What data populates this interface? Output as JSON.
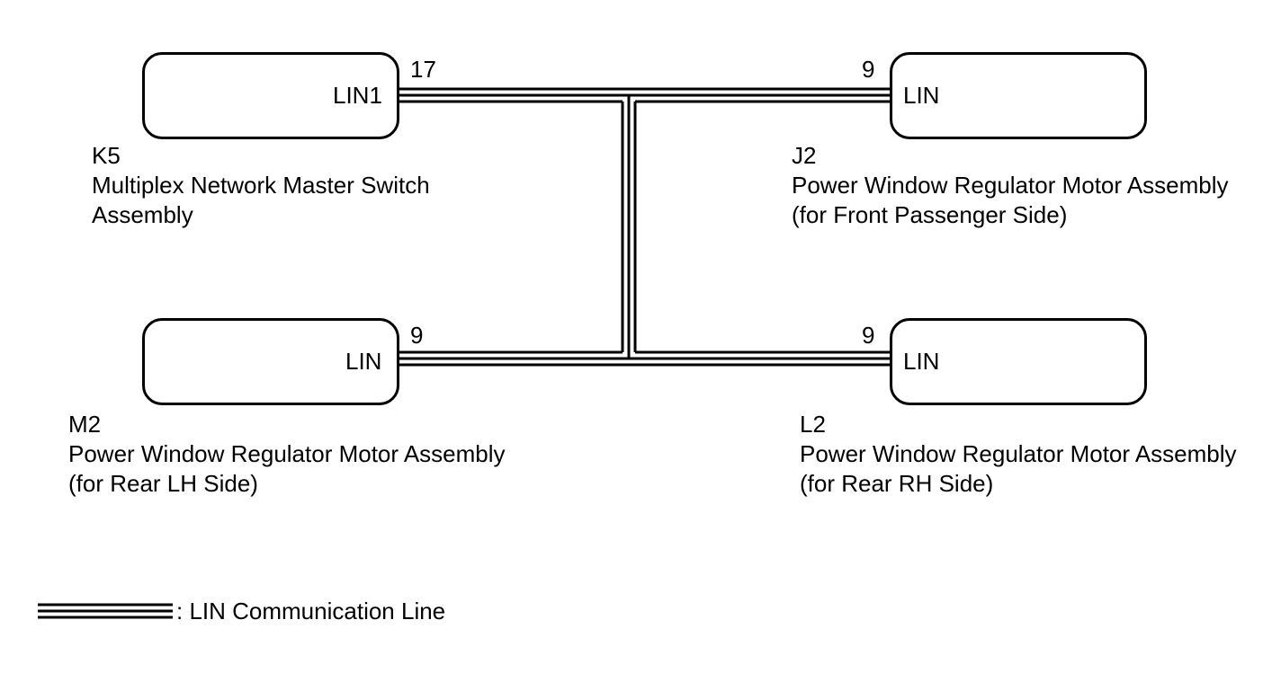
{
  "components": {
    "k5": {
      "code": "K5",
      "name_line1": "Multiplex Network Master Switch",
      "name_line2": "Assembly",
      "pin_label": "LIN1",
      "pin_number": "17"
    },
    "j2": {
      "code": "J2",
      "name_line1": "Power Window Regulator Motor Assembly",
      "name_line2": "(for Front Passenger Side)",
      "pin_label": "LIN",
      "pin_number": "9"
    },
    "m2": {
      "code": "M2",
      "name_line1": "Power Window Regulator Motor Assembly",
      "name_line2": "(for Rear LH Side)",
      "pin_label": "LIN",
      "pin_number": "9"
    },
    "l2": {
      "code": "L2",
      "name_line1": "Power Window Regulator Motor Assembly",
      "name_line2": "(for Rear RH Side)",
      "pin_label": "LIN",
      "pin_number": "9"
    }
  },
  "legend": {
    "text": ": LIN Communication Line"
  }
}
